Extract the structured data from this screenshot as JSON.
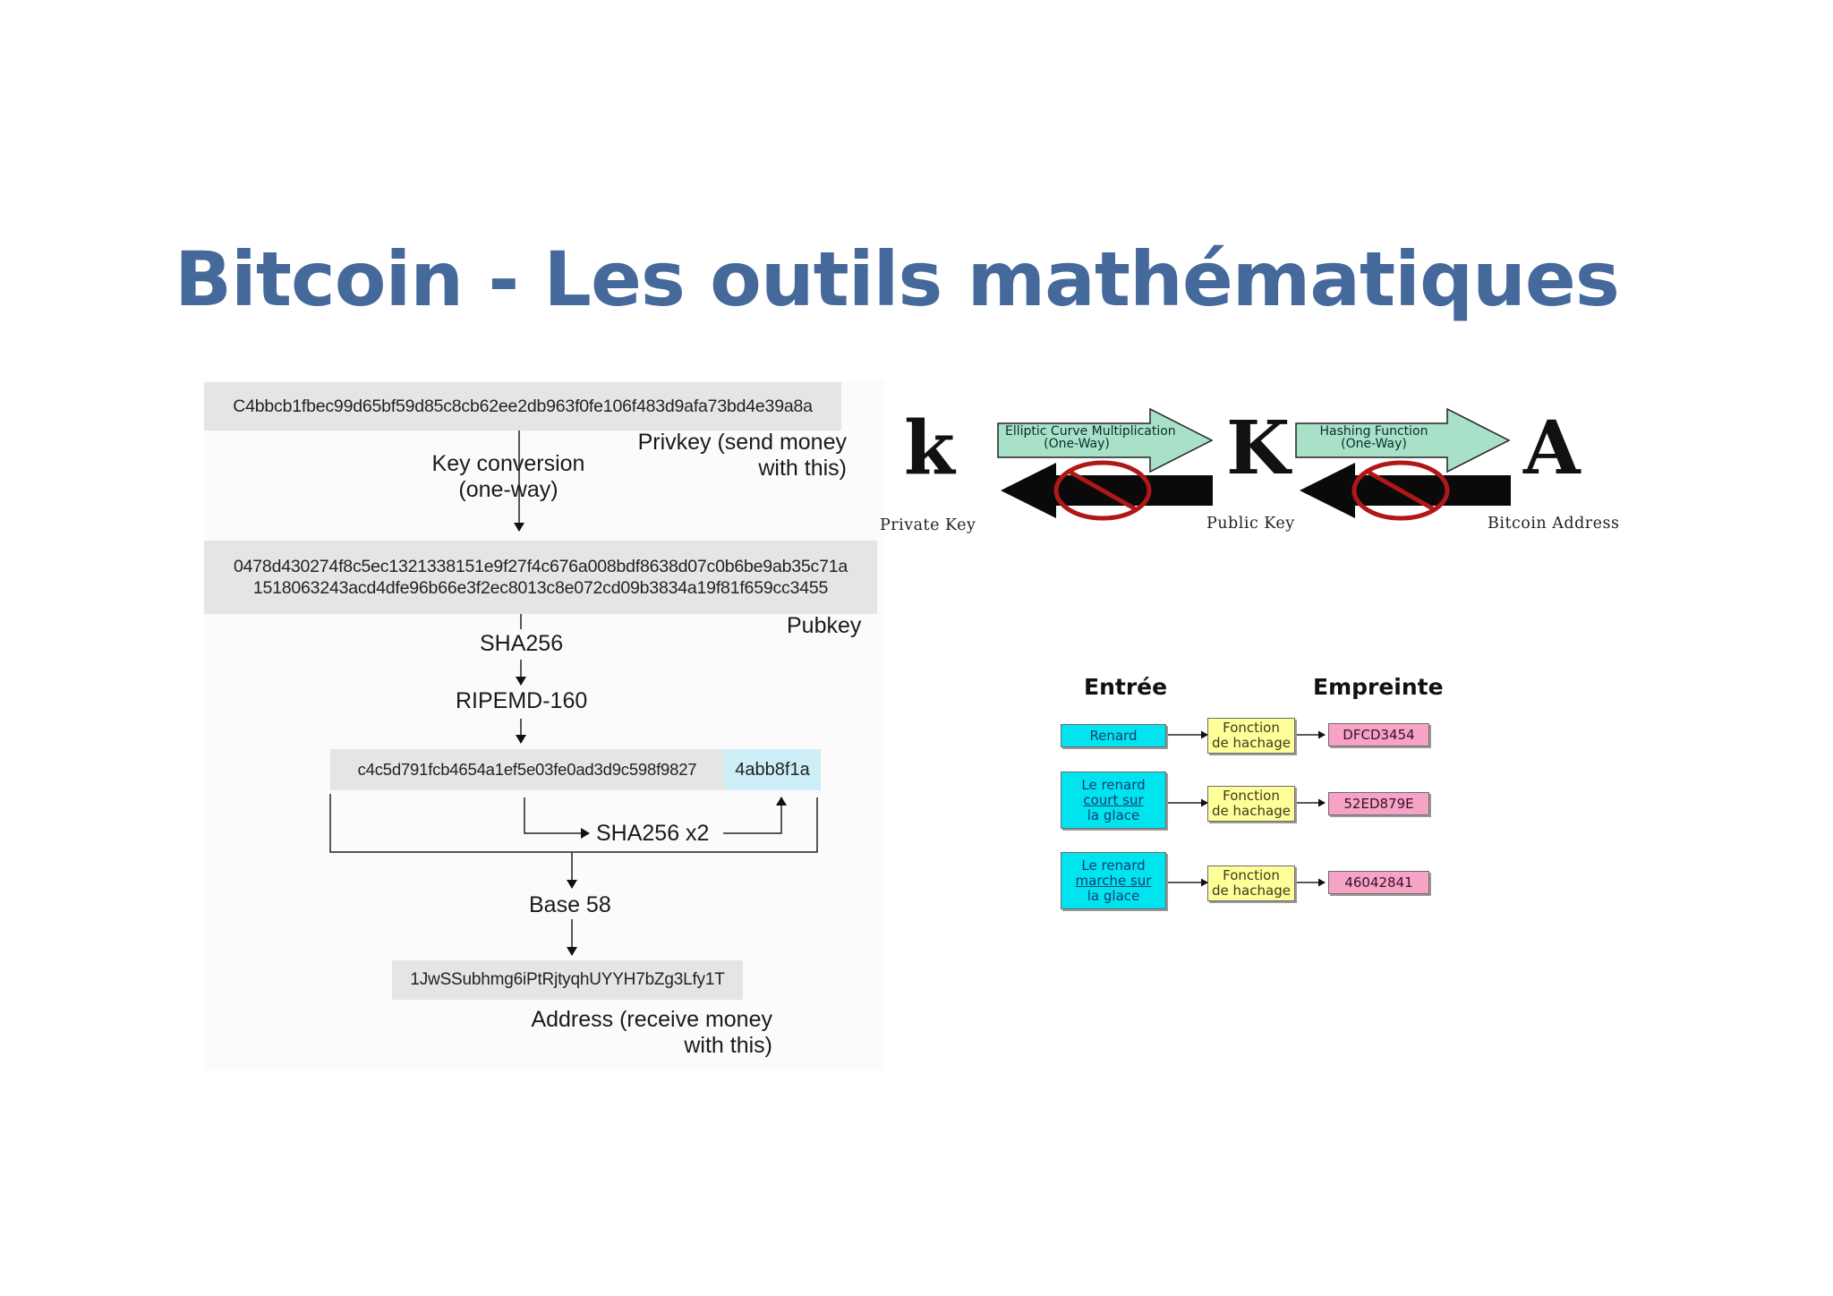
{
  "slide": {
    "title": "Bitcoin - Les outils mathématiques"
  },
  "flow": {
    "privkey_hex": "C4bbcb1fbec99d65bf59d85c8cb62ee2db963f0fe106f483d9afa73bd4e39a8a",
    "privkey_label_1": "Privkey (send money",
    "privkey_label_2": "with this)",
    "conversion_label_1": "Key conversion",
    "conversion_label_2": "(one-way)",
    "pubkey_hex_1": "0478d430274f8c5ec1321338151e9f27f4c676a008bdf8638d07c0b6be9ab35c71a",
    "pubkey_hex_2": "1518063243acd4dfe96b66e3f2ec8013c8e072cd09b3834a19f81f659cc3455",
    "pubkey_label": "Pubkey",
    "sha256_label": "SHA256",
    "ripemd_label": "RIPEMD-160",
    "ripemd_hex": "c4c5d791fcb4654a1ef5e03fe0ad3d9c598f9827",
    "checksum_hex": "4abb8f1a",
    "double_sha_label": "SHA256 x2",
    "base58_label": "Base 58",
    "address": "1JwSSubhmg6iPtRjtyqhUYYH7bZg3Lfy1T",
    "address_label_1": "Address (receive money",
    "address_label_2": "with this)"
  },
  "keychain": {
    "private_letter": "k",
    "public_letter": "K",
    "address_letter": "A",
    "private_caption": "Private Key",
    "public_caption": "Public Key",
    "address_caption": "Bitcoin Address",
    "arrow1_line1": "Elliptic Curve Multiplication",
    "arrow1_line2": "(One-Way)",
    "arrow2_line1": "Hashing Function",
    "arrow2_line2": "(One-Way)",
    "arrow_fill": "#a8e0c8",
    "forbidden_color": "#b01818"
  },
  "hash_table": {
    "input_header": "Entrée",
    "output_header": "Empreinte",
    "function_line1": "Fonction",
    "function_line2": "de hachage",
    "rows": [
      {
        "input_lines": [
          "Renard"
        ],
        "digest": "DFCD3454"
      },
      {
        "input_lines": [
          "Le renard",
          "court sur",
          "la glace"
        ],
        "digest": "52ED879E"
      },
      {
        "input_lines": [
          "Le renard",
          "marche sur",
          "la glace"
        ],
        "digest": "46042841"
      }
    ]
  }
}
